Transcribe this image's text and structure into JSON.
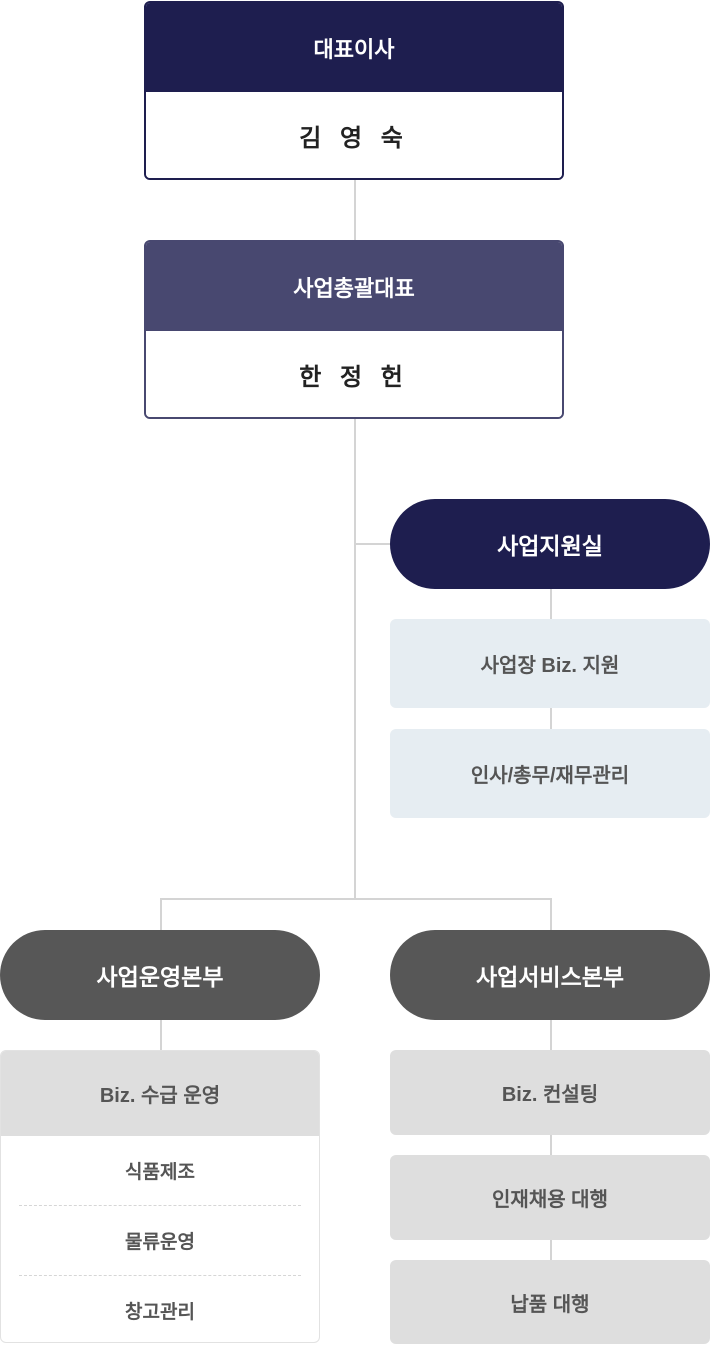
{
  "ceo": {
    "title": "대표이사",
    "name": "김 영 숙",
    "color": "#1e1e4f"
  },
  "gm": {
    "title": "사업총괄대표",
    "name": "한 정 헌",
    "color": "#484870"
  },
  "support": {
    "title": "사업지원실",
    "color": "#1e1e4f",
    "items": [
      "사업장 Biz. 지원",
      "인사/총무/재무관리"
    ],
    "item_bg": "#e6edf2"
  },
  "ops": {
    "title": "사업운영본부",
    "color": "#575757",
    "sub_title": "Biz. 수급 운영",
    "items": [
      "식품제조",
      "물류운영",
      "창고관리"
    ]
  },
  "services": {
    "title": "사업서비스본부",
    "color": "#575757",
    "items": [
      "Biz. 컨설팅",
      "인재채용 대행",
      "납품 대행"
    ],
    "item_bg": "#dedede"
  }
}
